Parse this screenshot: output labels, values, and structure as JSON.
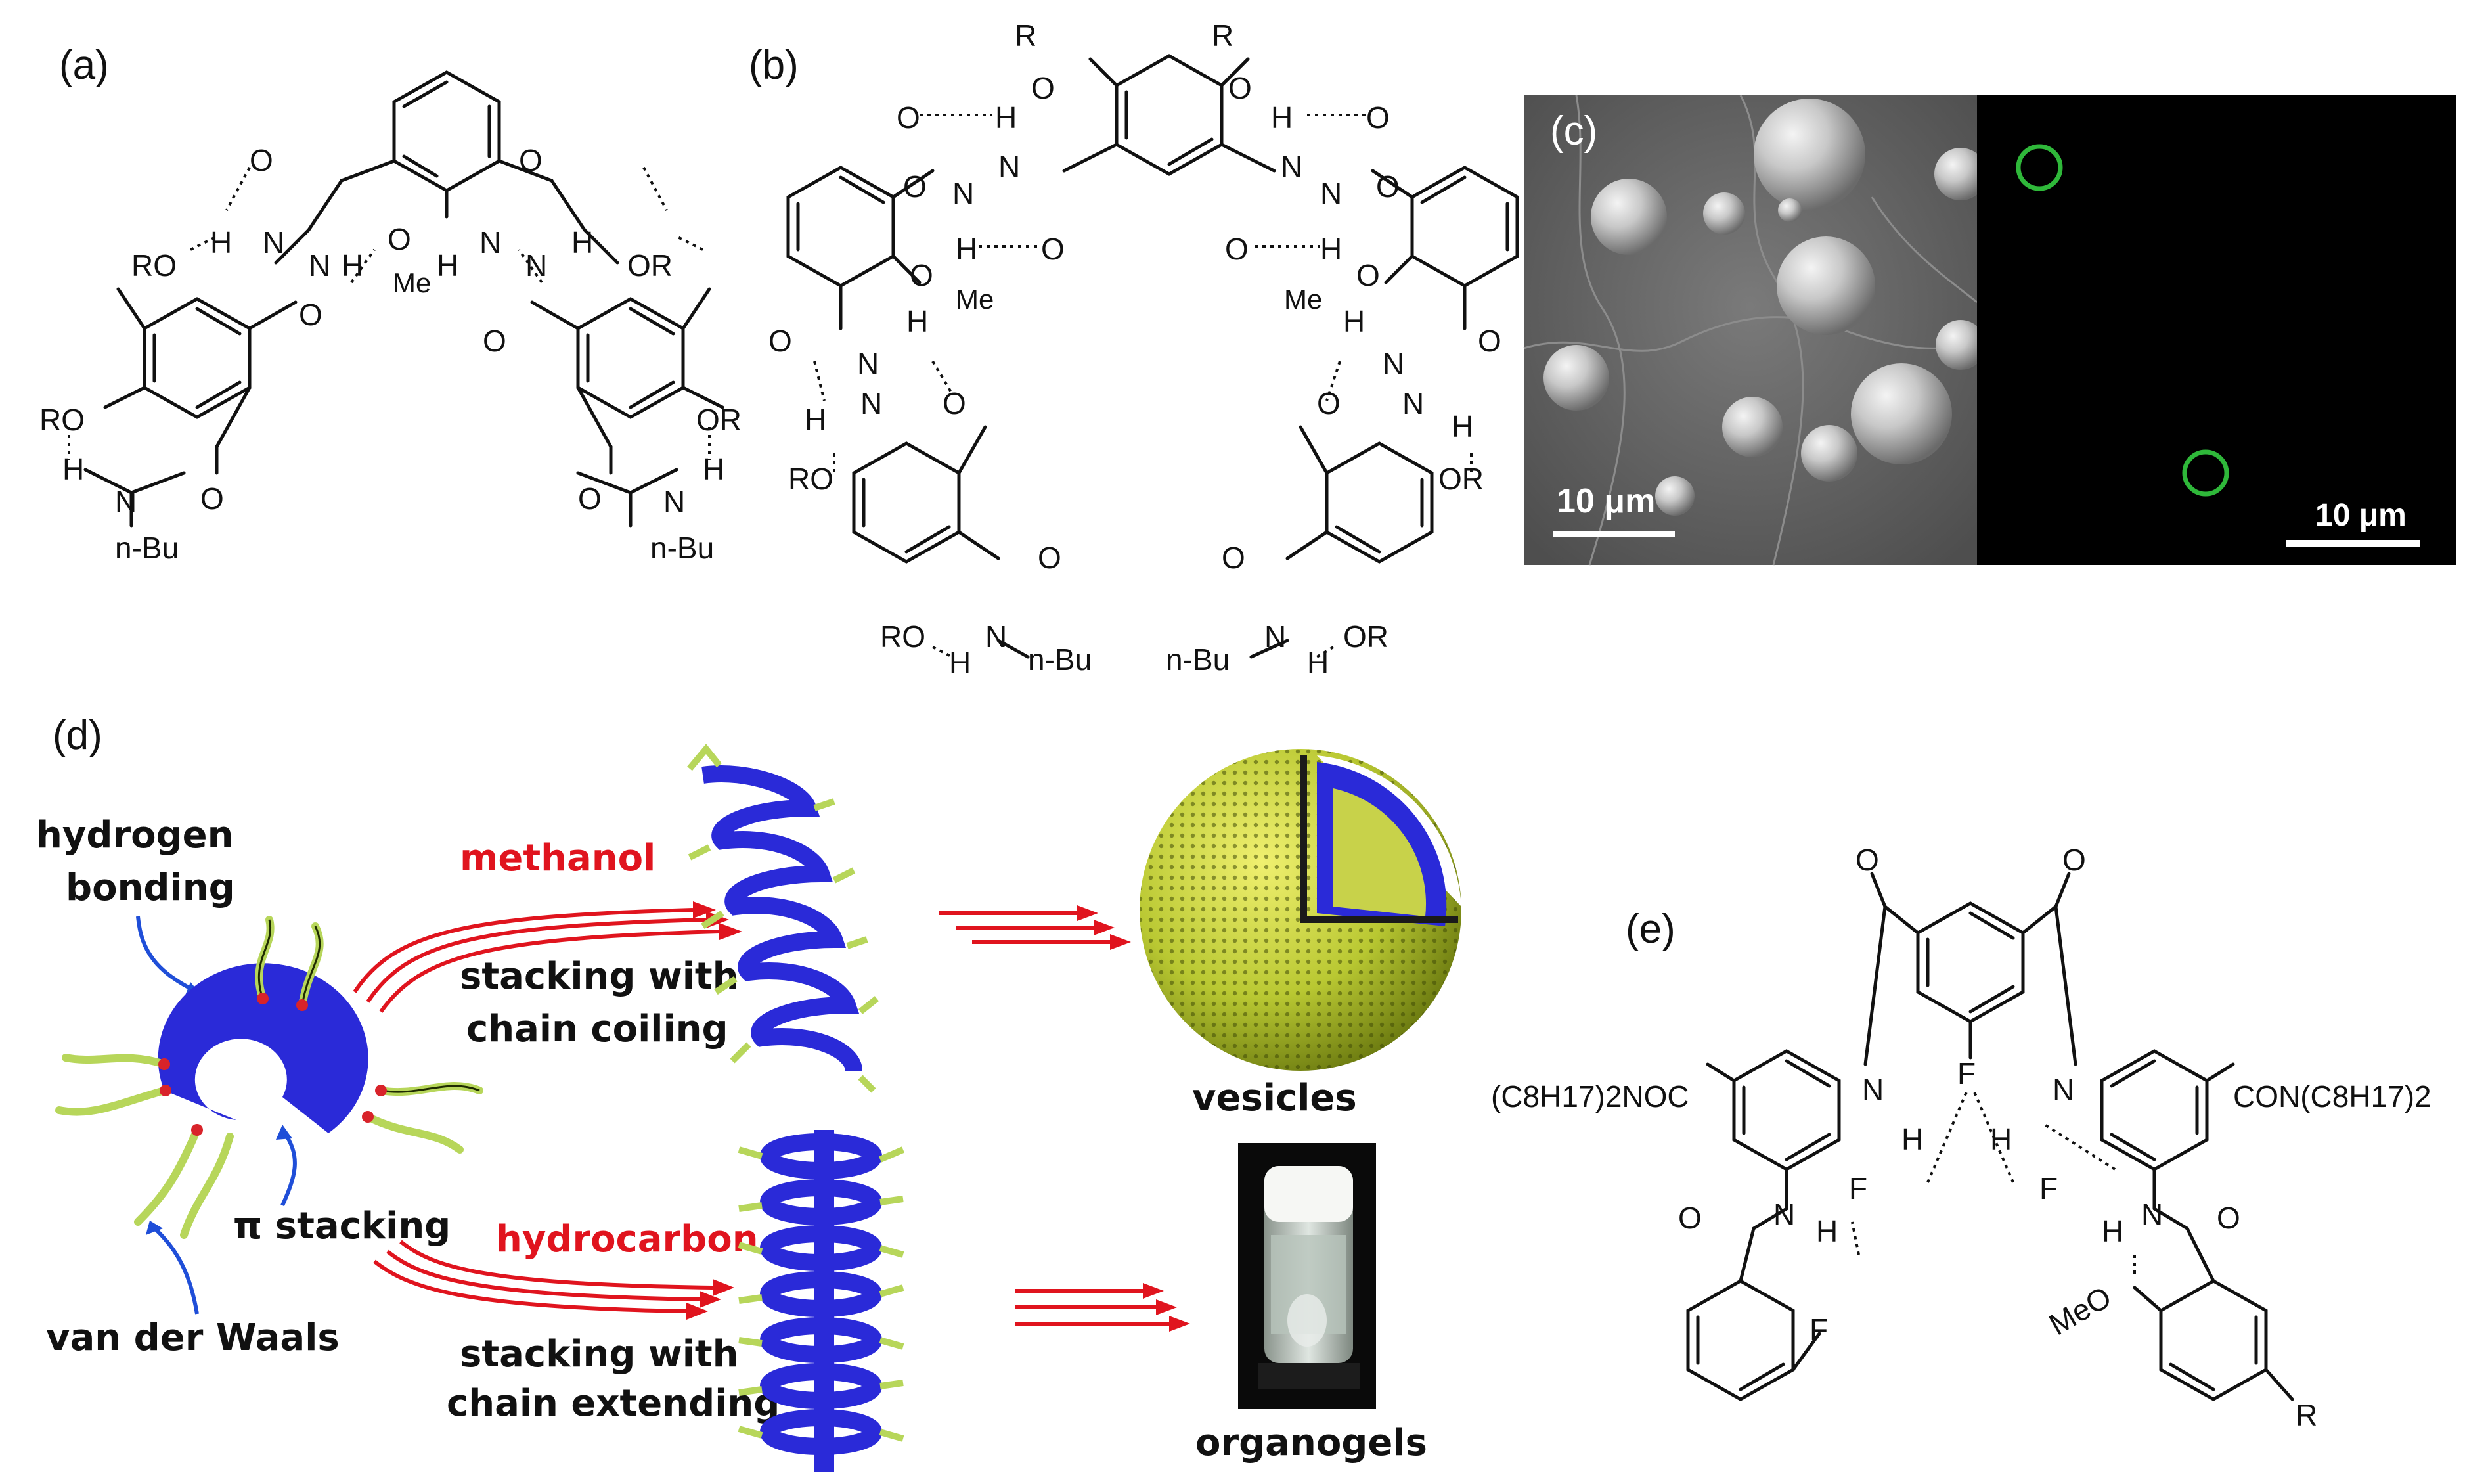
{
  "panels": {
    "a": {
      "label": "(a)",
      "atoms": {
        "O": "O",
        "N": "N",
        "H": "H",
        "RO": "RO",
        "OR": "OR",
        "Me": "Me",
        "nBu": "n-Bu"
      }
    },
    "b": {
      "label": "(b)",
      "atoms": {
        "R": "R",
        "O": "O",
        "N": "N",
        "H": "H",
        "RO": "RO",
        "OR": "OR",
        "Me": "Me",
        "nBu": "n-Bu"
      }
    },
    "c": {
      "label": "(c)",
      "scale_left": "10 μm",
      "scale_right": "10 μm"
    },
    "d": {
      "label": "(d)",
      "hydrogen": "hydrogen",
      "bonding": "bonding",
      "pi_stacking": "π stacking",
      "vdw": "van der Waals",
      "methanol": "methanol",
      "stack_coil_1": "stacking with",
      "stack_coil_2": "chain coiling",
      "hydrocarbon": "hydrocarbon",
      "stack_ext_1": "stacking with",
      "stack_ext_2": "chain extending",
      "vesicles": "vesicles",
      "organogels": "organogels"
    },
    "e": {
      "label": "(e)",
      "left_group": "(C8H17)2NOC",
      "right_group": "CON(C8H17)2",
      "atoms": {
        "O": "O",
        "N": "N",
        "H": "H",
        "F": "F",
        "MeO": "MeO",
        "R": "R"
      }
    }
  },
  "colors": {
    "arrow_red": "#e0141e",
    "helix_blue": "#2a2ad8",
    "chain_green": "#b7d65a",
    "fluor_green": "#2fb83a",
    "sem_gray": "#6c6c6c"
  }
}
